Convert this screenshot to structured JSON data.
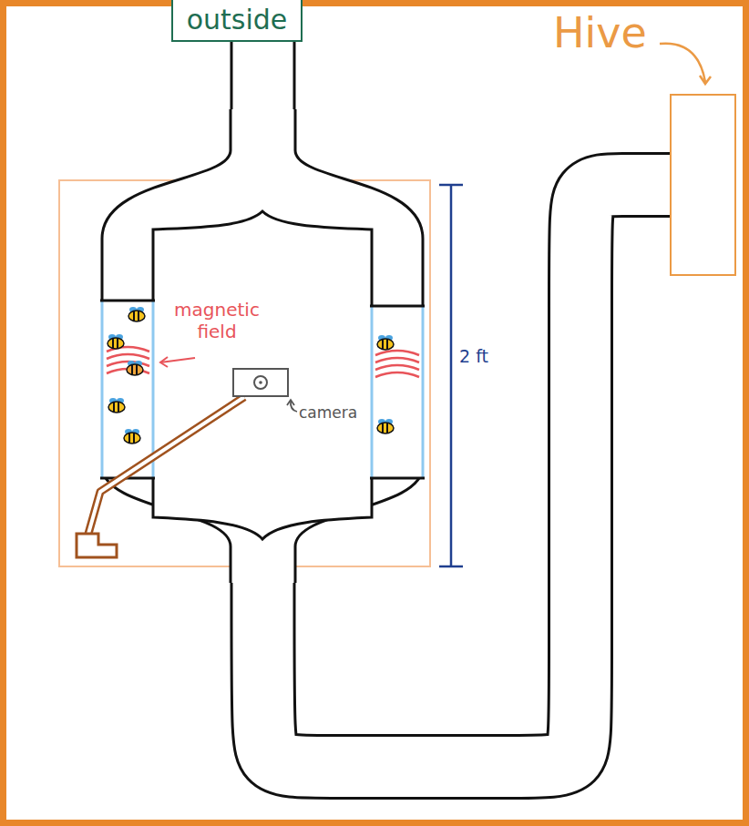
{
  "diagram": {
    "nodes": [
      {
        "text": [
          "outside"
        ]
      },
      {
        "text": [
          "Hive"
        ]
      }
    ],
    "edges": [
      {
        "from": 0,
        "to": 1,
        "arrow": "none"
      }
    ],
    "labels": [
      "magnetic field",
      "camera",
      "2 ft"
    ]
  }
}
